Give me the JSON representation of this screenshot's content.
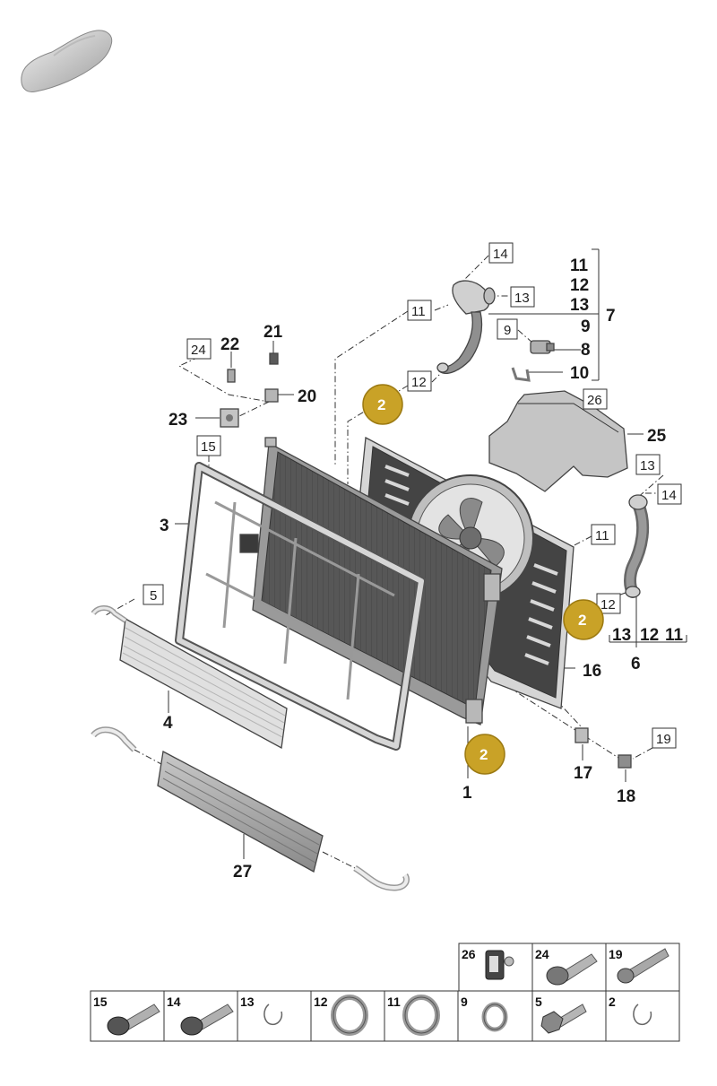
{
  "colors": {
    "badge": "#c9a227",
    "badge_stroke": "#9c7a12",
    "part_dark": "#4a4a4a",
    "part_mid": "#9a9a9a",
    "part_light": "#d8d8d8",
    "line": "#333333"
  },
  "labels": {
    "l1": "1",
    "l3": "3",
    "l4": "4",
    "l6": "6",
    "l7": "7",
    "l8": "8",
    "l9": "9",
    "l10": "10",
    "l11": "11",
    "l12": "12",
    "l13": "13",
    "l16": "16",
    "l17": "17",
    "l18": "18",
    "l20": "20",
    "l21": "21",
    "l22": "22",
    "l23": "23",
    "l25": "25",
    "l27": "27",
    "stack_11": "11",
    "stack_12": "12",
    "stack_13": "13",
    "bottom_13": "13",
    "bottom_12": "12",
    "bottom_11": "11"
  },
  "boxed_labels": {
    "b14_top": "14",
    "b13_top": "13",
    "b11_top": "11",
    "b9": "9",
    "b12_top": "12",
    "b24": "24",
    "b15": "15",
    "b26": "26",
    "b13_right": "13",
    "b14_right": "14",
    "b11_right": "11",
    "b12_right": "12",
    "b5": "5",
    "b19": "19"
  },
  "badges": {
    "badge_a": "2",
    "badge_b": "2",
    "badge_c": "2"
  },
  "legend": {
    "row1": [
      "26",
      "24",
      "19"
    ],
    "row2": [
      "15",
      "14",
      "13",
      "12",
      "11",
      "9",
      "5",
      "2"
    ]
  }
}
